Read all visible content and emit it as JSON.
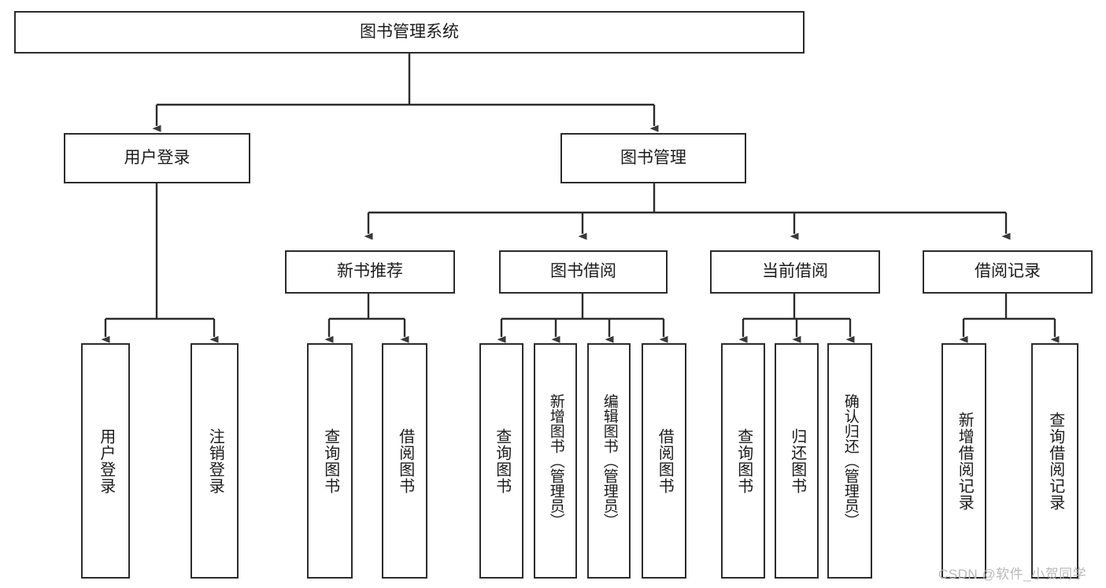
{
  "diagram": {
    "title": "图书管理系统",
    "type": "hierarchy-tree",
    "levels": 4,
    "colors": {
      "stroke": "#2b2b2b",
      "fill": "#ffffff",
      "text": "#1b1b1b",
      "watermark": "#b9b9b9"
    },
    "root": {
      "label": "图书管理系统"
    },
    "level2": [
      {
        "label": "用户登录"
      },
      {
        "label": "图书管理"
      }
    ],
    "level3": [
      {
        "label": "新书推荐"
      },
      {
        "label": "图书借阅"
      },
      {
        "label": "当前借阅"
      },
      {
        "label": "借阅记录"
      }
    ],
    "leaves": [
      {
        "label": "用户登录",
        "parent": "用户登录"
      },
      {
        "label": "注销登录",
        "parent": "用户登录"
      },
      {
        "label": "查询图书",
        "parent": "新书推荐"
      },
      {
        "label": "借阅图书",
        "parent": "新书推荐"
      },
      {
        "label": "查询图书",
        "parent": "图书借阅"
      },
      {
        "label": "新增图书（管理员）",
        "parent": "图书借阅"
      },
      {
        "label": "编辑图书（管理员）",
        "parent": "图书借阅"
      },
      {
        "label": "借阅图书",
        "parent": "图书借阅"
      },
      {
        "label": "查询图书",
        "parent": "当前借阅"
      },
      {
        "label": "归还图书",
        "parent": "当前借阅"
      },
      {
        "label": "确认归还（管理员）",
        "parent": "当前借阅"
      },
      {
        "label": "新增借阅记录",
        "parent": "借阅记录"
      },
      {
        "label": "查询借阅记录",
        "parent": "借阅记录"
      }
    ]
  },
  "watermark": {
    "text": "CSDN @软件_小贺同学"
  }
}
